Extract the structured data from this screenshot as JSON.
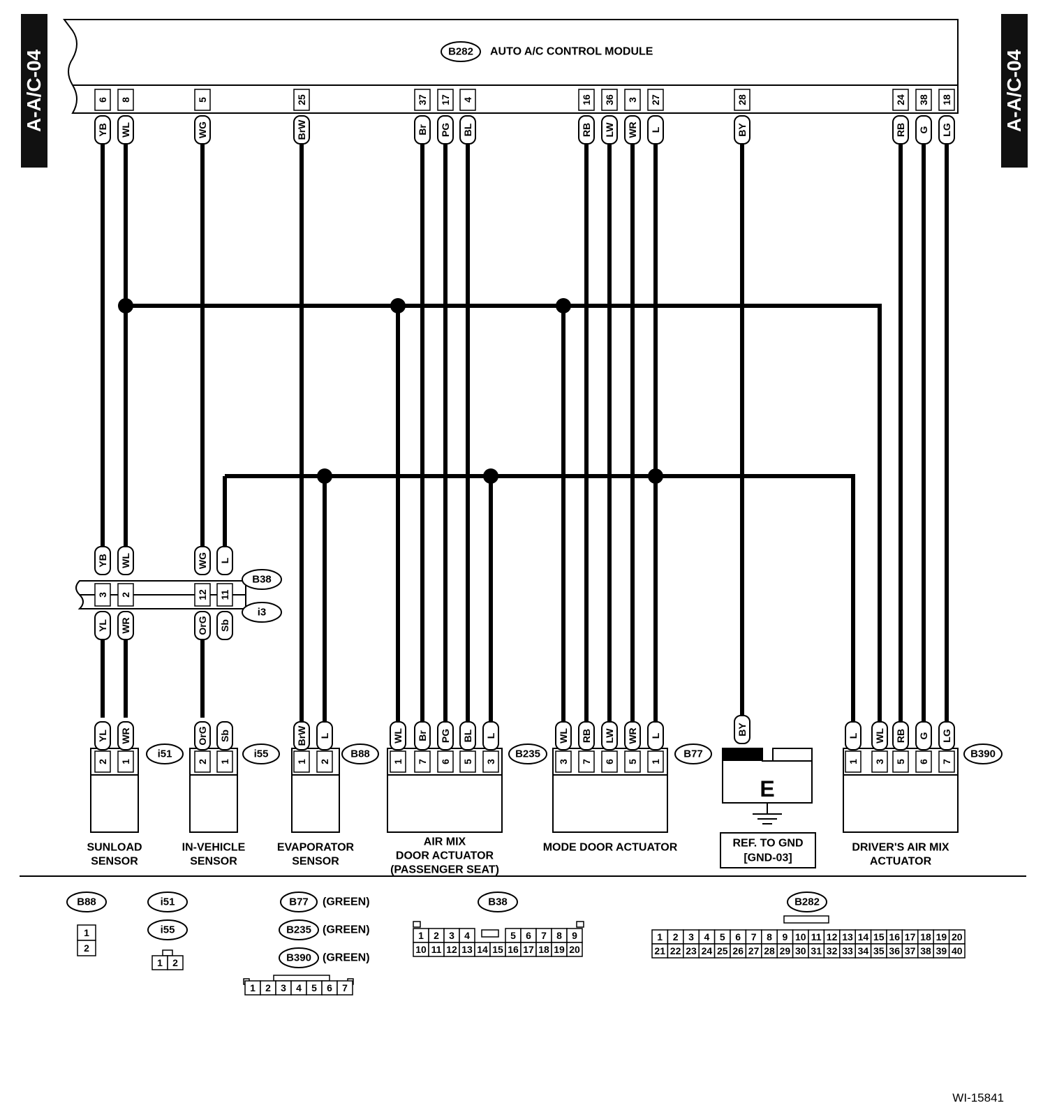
{
  "section_tab": "A-A/C-04",
  "module": {
    "connector": "B282",
    "title": "AUTO A/C CONTROL MODULE"
  },
  "module_pins": [
    {
      "pin": "6",
      "color": "YB"
    },
    {
      "pin": "8",
      "color": "WL"
    },
    {
      "pin": "5",
      "color": "WG"
    },
    {
      "pin": "25",
      "color": "BrW"
    },
    {
      "pin": "37",
      "color": "Br"
    },
    {
      "pin": "17",
      "color": "PG"
    },
    {
      "pin": "4",
      "color": "BL"
    },
    {
      "pin": "16",
      "color": "RB"
    },
    {
      "pin": "36",
      "color": "LW"
    },
    {
      "pin": "3",
      "color": "WR"
    },
    {
      "pin": "27",
      "color": "L"
    },
    {
      "pin": "28",
      "color": "BY"
    },
    {
      "pin": "24",
      "color": "RB"
    },
    {
      "pin": "38",
      "color": "G"
    },
    {
      "pin": "18",
      "color": "LG"
    }
  ],
  "junction_connector": {
    "upper": "B38",
    "lower": "i3",
    "pins": [
      {
        "pin": "3",
        "top": "YB",
        "bottom": "YL"
      },
      {
        "pin": "2",
        "top": "WL",
        "bottom": "WR"
      },
      {
        "pin": "12",
        "top": "WG",
        "bottom": "OrG"
      },
      {
        "pin": "11",
        "top": "L",
        "bottom": "Sb"
      }
    ]
  },
  "components": [
    {
      "id": "i51",
      "name_lines": [
        "SUNLOAD",
        "SENSOR"
      ],
      "pins": [
        {
          "pin": "2",
          "color": "YL"
        },
        {
          "pin": "1",
          "color": "WR"
        }
      ]
    },
    {
      "id": "i55",
      "name_lines": [
        "IN-VEHICLE",
        "SENSOR"
      ],
      "pins": [
        {
          "pin": "2",
          "color": "OrG"
        },
        {
          "pin": "1",
          "color": "Sb"
        }
      ]
    },
    {
      "id": "B88",
      "name_lines": [
        "EVAPORATOR",
        "SENSOR"
      ],
      "pins": [
        {
          "pin": "1",
          "color": "BrW"
        },
        {
          "pin": "2",
          "color": "L"
        }
      ]
    },
    {
      "id": "B235",
      "name_lines": [
        "AIR MIX",
        "DOOR ACTUATOR",
        "(PASSENGER SEAT)"
      ],
      "pins": [
        {
          "pin": "1",
          "color": "WL"
        },
        {
          "pin": "7",
          "color": "Br"
        },
        {
          "pin": "6",
          "color": "PG"
        },
        {
          "pin": "5",
          "color": "BL"
        },
        {
          "pin": "3",
          "color": "L"
        }
      ]
    },
    {
      "id": "B77",
      "name_lines": [
        "MODE DOOR ACTUATOR"
      ],
      "pins": [
        {
          "pin": "3",
          "color": "WL"
        },
        {
          "pin": "7",
          "color": "RB"
        },
        {
          "pin": "6",
          "color": "LW"
        },
        {
          "pin": "5",
          "color": "WR"
        },
        {
          "pin": "1",
          "color": "L"
        }
      ]
    },
    {
      "id": "B390",
      "name_lines": [
        "DRIVER'S AIR MIX",
        "ACTUATOR"
      ],
      "pins": [
        {
          "pin": "1",
          "color": "L"
        },
        {
          "pin": "3",
          "color": "WL"
        },
        {
          "pin": "5",
          "color": "RB"
        },
        {
          "pin": "6",
          "color": "G"
        },
        {
          "pin": "7",
          "color": "LG"
        }
      ]
    }
  ],
  "ground": {
    "wire_color": "BY",
    "symbol": "E",
    "ref_lines": [
      "REF. TO GND",
      "[GND-03]"
    ]
  },
  "legend": {
    "b88_label": "B88",
    "b88_pins": [
      "1",
      "2"
    ],
    "i51_label": "i51",
    "i55_label": "i55",
    "i51_pins": [
      "1",
      "2"
    ],
    "seven_pin_group": [
      {
        "label": "B77",
        "color_note": "(GREEN)"
      },
      {
        "label": "B235",
        "color_note": "(GREEN)"
      },
      {
        "label": "B390",
        "color_note": "(GREEN)"
      }
    ],
    "seven_pins": [
      "1",
      "2",
      "3",
      "4",
      "5",
      "6",
      "7"
    ],
    "b38_label": "B38",
    "b38_row1": [
      "1",
      "2",
      "3",
      "4",
      "",
      "",
      "5",
      "6",
      "7",
      "8",
      "9"
    ],
    "b38_row2": [
      "10",
      "11",
      "12",
      "13",
      "14",
      "15",
      "16",
      "17",
      "18",
      "19",
      "20"
    ],
    "b282_label": "B282",
    "b282_row1": [
      "1",
      "2",
      "3",
      "4",
      "5",
      "6",
      "7",
      "8",
      "9",
      "10",
      "11",
      "12",
      "13",
      "14",
      "15",
      "16",
      "17",
      "18",
      "19",
      "20"
    ],
    "b282_row2": [
      "21",
      "22",
      "23",
      "24",
      "25",
      "26",
      "27",
      "28",
      "29",
      "30",
      "31",
      "32",
      "33",
      "34",
      "35",
      "36",
      "37",
      "38",
      "39",
      "40"
    ]
  },
  "footer_code": "WI-15841"
}
